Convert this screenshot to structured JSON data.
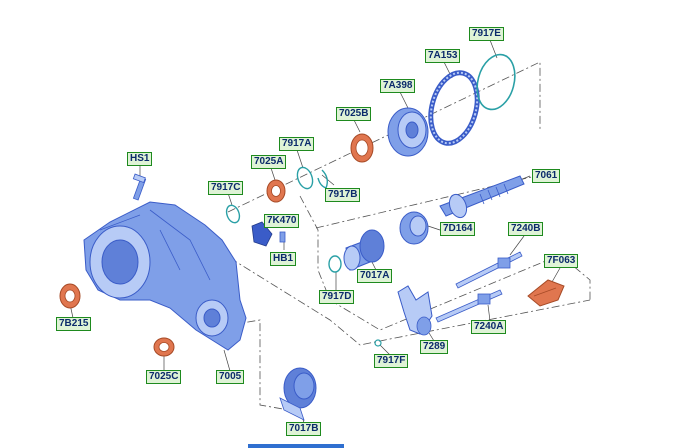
{
  "colors": {
    "part_fill": "#7f9fe8",
    "part_light": "#b7cbf6",
    "part_stroke": "#3a5cc8",
    "gasket_fill": "#e0764f",
    "gasket_stroke": "#a64a26",
    "ring_stroke": "#2aa0a6",
    "label_bg": "#dff3d6",
    "label_border": "#1e8a1e",
    "label_text": "#0b2a6b",
    "guide_line": "#555555",
    "bottom_bar": "#2f6fd0"
  },
  "callouts": {
    "hs1": "HS1",
    "c7917e": "7917E",
    "c7a153": "7A153",
    "c7a398": "7A398",
    "c7025b": "7025B",
    "c7917a": "7917A",
    "c7025a": "7025A",
    "c7917c": "7917C",
    "c7917b": "7917B",
    "c7k470": "7K470",
    "hb1": "HB1",
    "c7061": "7061",
    "c7240b": "7240B",
    "c7d164": "7D164",
    "c7f063": "7F063",
    "c7917d": "7917D",
    "c7017a": "7017A",
    "c7b215": "7B215",
    "c7240a": "7240A",
    "c7289": "7289",
    "c7917f": "7917F",
    "c7025c": "7025C",
    "c7005": "7005",
    "c7017b": "7017B"
  }
}
